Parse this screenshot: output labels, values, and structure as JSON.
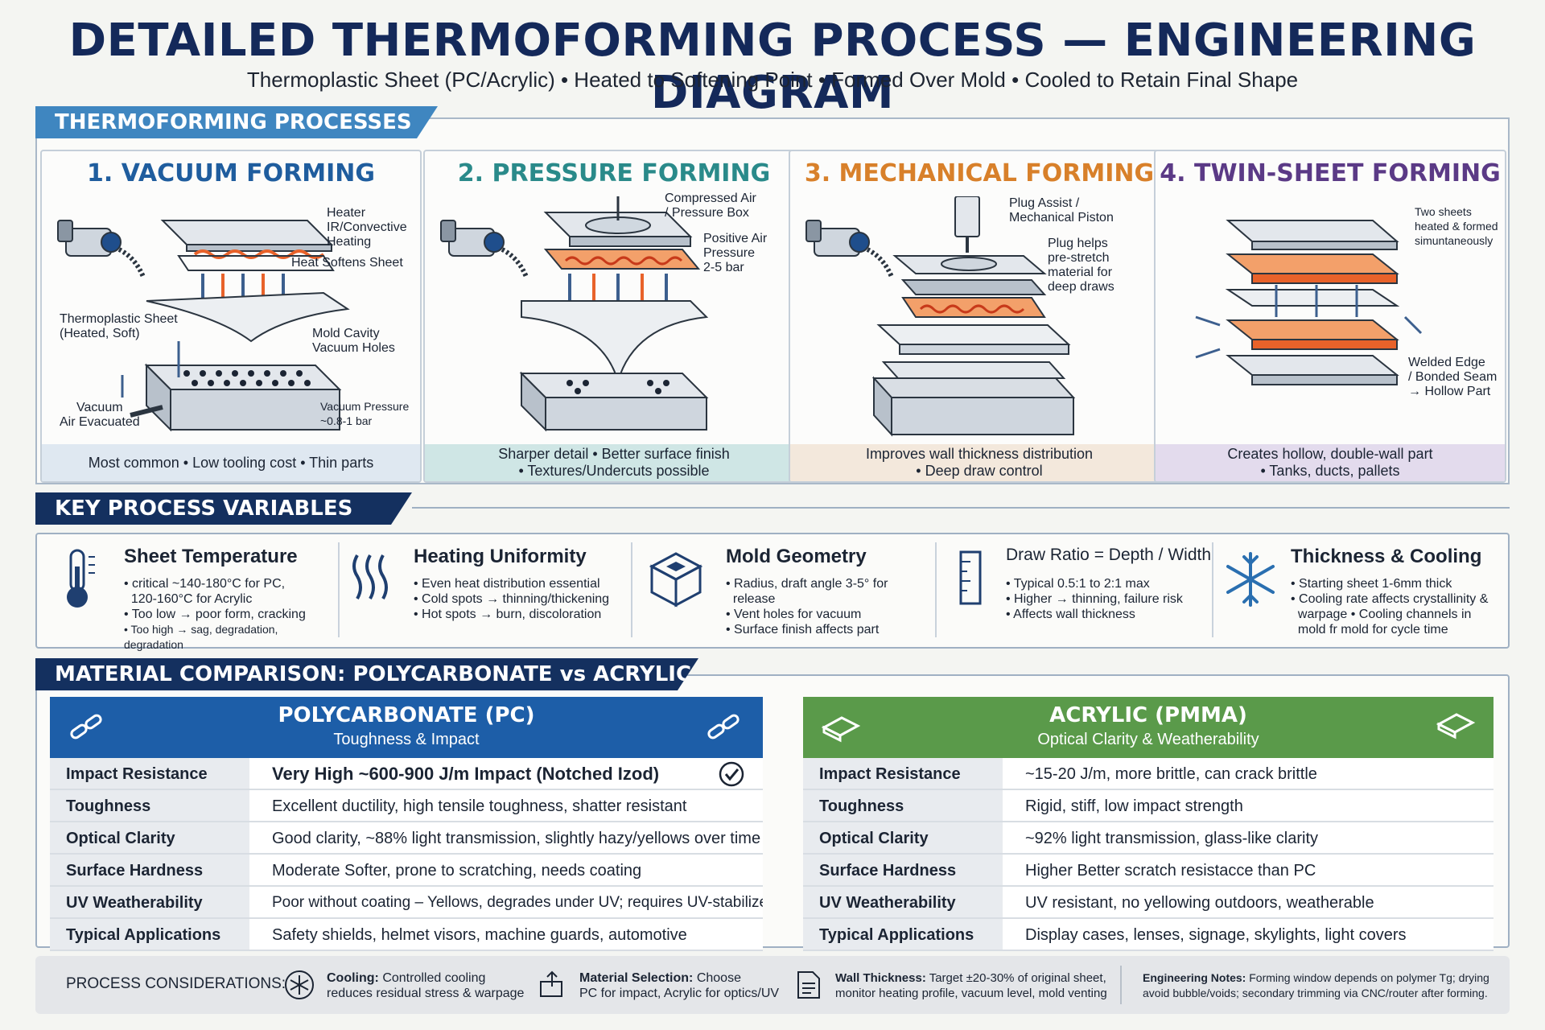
{
  "header": {
    "title": "DETAILED THERMOFORMING PROCESS — ENGINEERING DIAGRAM",
    "subtitle": "Thermoplastic Sheet (PC/Acrylic) • Heated to Softening Point • Formed Over Mold • Cooled to Retain Final Shape"
  },
  "processes": {
    "banner": "THERMOFORMING PROCESSES",
    "vacuum": {
      "title": "1. VACUUM FORMING",
      "color": "#1f5d9e",
      "foot_bg": "#dfe8f1",
      "labels": {
        "heater": "Heater\nIR/Convective\nHeating",
        "softens": "Heat Softens Sheet",
        "sheet": "Thermoplastic Sheet\n(Heated, Soft)",
        "mold": "Mold Cavity\nVacuum Holes",
        "vacuum": "Vacuum\nAir Evacuated",
        "pressure": "Vacuum Pressure\n~0.8-1 bar"
      },
      "foot": "Most common • Low tooling cost • Thin parts"
    },
    "pressure": {
      "title": "2. PRESSURE FORMING",
      "color": "#2a8a8a",
      "foot_bg": "#cfe6e5",
      "labels": {
        "air": "Compressed Air\n/ Pressure Box",
        "positive": "Positive Air\nPressure\n2-5 bar"
      },
      "foot": "Sharper detail • Better surface finish\n• Textures/Undercuts possible"
    },
    "mechanical": {
      "title": "3. MECHANICAL FORMING",
      "color": "#d8802a",
      "foot_bg": "#f3e8dc",
      "labels": {
        "plug": "Plug Assist /\nMechanical Piston",
        "helps": "Plug helps\npre-stretch\nmaterial for\ndeep draws"
      },
      "foot": "Improves wall thickness distribution\n• Deep draw control"
    },
    "twin": {
      "title": "4. TWIN-SHEET FORMING",
      "color": "#5b3a86",
      "foot_bg": "#e3dbed",
      "labels": {
        "two": "Two sheets\nheated & formed\nsimuntaneously",
        "welded": "Welded Edge\n/ Bonded Seam\n→ Hollow Part"
      },
      "foot": "Creates hollow, double-wall part\n• Tanks, ducts, pallets"
    }
  },
  "variables": {
    "banner": "KEY PROCESS VARIABLES",
    "items": [
      {
        "title": "Sheet Temperature",
        "icon": "thermometer-icon",
        "lines": [
          "• critical ~140-180°C for PC,",
          "  120-160°C for Acrylic",
          "• Too low → poor form, cracking",
          "• Too high → sag, degradation, degradation"
        ]
      },
      {
        "title": "Heating Uniformity",
        "icon": "heat-waves-icon",
        "lines": [
          "• Even heat distribution essential",
          "• Cold spots → thinning/thickening",
          "• Hot spots → burn, discoloration"
        ]
      },
      {
        "title": "Mold Geometry",
        "icon": "mold-cube-icon",
        "lines": [
          "• Radius, draft angle 3-5° for",
          "  release",
          "• Vent holes for vacuum",
          "• Surface finish affects part"
        ]
      },
      {
        "title": "Draw Ratio = Depth / Width",
        "icon": "ruler-icon",
        "lines": [
          "• Typical 0.5:1 to 2:1 max",
          "• Higher → thinning, failure risk",
          "• Affects wall thickness"
        ]
      },
      {
        "title": "Thickness & Cooling",
        "icon": "snowflake-icon",
        "lines": [
          "• Starting sheet 1-6mm thick",
          "• Cooling rate affects crystallinity &",
          "  warpage • Cooling channels in",
          "  mold fr mold for cycle time"
        ]
      }
    ]
  },
  "materials": {
    "banner": "MATERIAL COMPARISON: POLYCARBONATE vs ACRYLIC",
    "pc": {
      "name": "POLYCARBONATE (PC)",
      "tagline": "Toughness & Impact",
      "color": "#1d5ea8",
      "rows": [
        {
          "k": "Impact Resistance",
          "v": "Very High ~600-900 J/m Impact (Notched Izod)"
        },
        {
          "k": "Toughness",
          "v": "Excellent ductility, high tensile toughness, shatter resistant"
        },
        {
          "k": "Optical Clarity",
          "v": "Good clarity, ~88% light transmission, slightly hazy/yellows over time"
        },
        {
          "k": "Surface Hardness",
          "v": "Moderate Softer, prone to scratching, needs coating"
        },
        {
          "k": "UV Weatherability",
          "v": "Poor without coating – Yellows, degrades under UV; requires UV-stabilizer"
        },
        {
          "k": "Typical Applications",
          "v": "Safety shields, helmet visors, machine guards, automotive"
        }
      ]
    },
    "acrylic": {
      "name": "ACRYLIC (PMMA)",
      "tagline": "Optical Clarity & Weatherability",
      "color": "#5a9a4a",
      "rows": [
        {
          "k": "Impact Resistance",
          "v": "~15-20 J/m, more brittle, can crack brittle"
        },
        {
          "k": "Toughness",
          "v": "Rigid, stiff, low impact strength"
        },
        {
          "k": "Optical Clarity",
          "v": "~92% light transmission, glass-like clarity"
        },
        {
          "k": "Surface Hardness",
          "v": "Higher Better scratch resistacce than PC"
        },
        {
          "k": "UV Weatherability",
          "v": "UV resistant, no yellowing outdoors, weatherable"
        },
        {
          "k": "Typical Applications",
          "v": "Display cases, lenses, signage, skylights, light covers"
        }
      ]
    }
  },
  "footer": {
    "label": "PROCESS CONSIDERATIONS:",
    "items": [
      {
        "b": "Cooling:",
        "t": " Controlled cooling",
        "t2": "reduces residual stress & warpage",
        "icon": "cooling-icon"
      },
      {
        "b": "Material Selection:",
        "t": " Choose",
        "t2": "PC for impact, Acrylic for optics/UV",
        "icon": "material-icon"
      },
      {
        "b": "Wall Thickness:",
        "t": " Target ±20-30% of original sheet,",
        "t2": "monitor heating profile, vacuum level, mold venting",
        "icon": "document-icon"
      },
      {
        "b": "Engineering Notes:",
        "t": " Forming window depends on polymer Tg; drying",
        "t2": "avoid bubble/voids; secondary trimming via CNC/router after forming.",
        "icon": ""
      }
    ]
  }
}
